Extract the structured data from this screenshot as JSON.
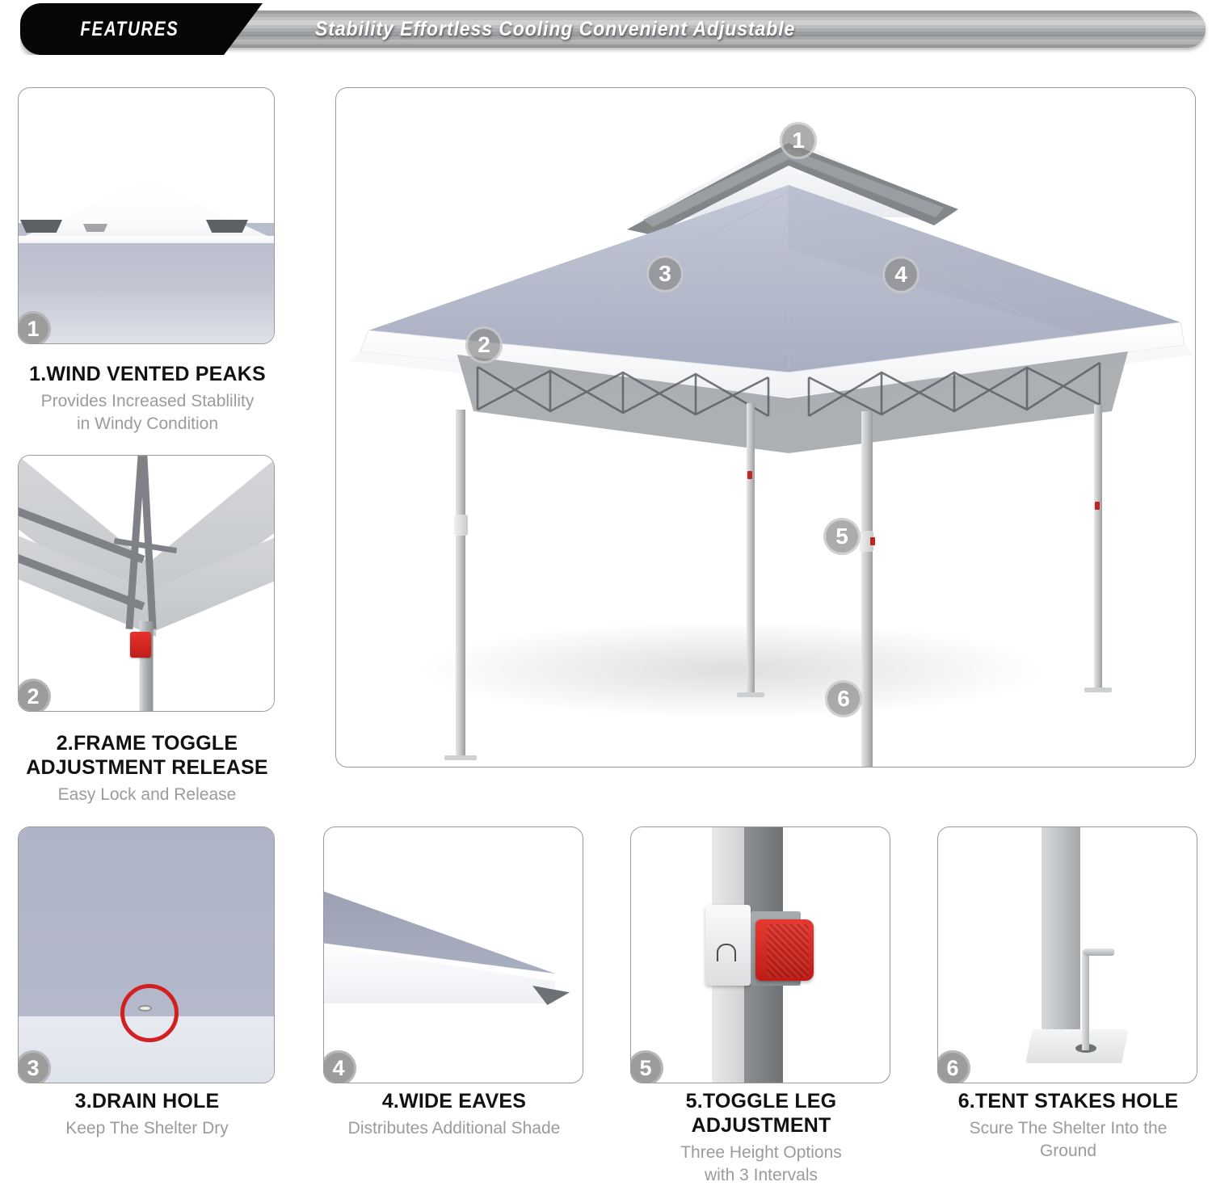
{
  "header": {
    "tab_label": "FEATURES",
    "keywords": "Stability  Effortless  Cooling  Convenient  Adjustable"
  },
  "hero": {
    "alt": "Grey pop-up canopy tent with vented double roof",
    "markers": [
      {
        "number": "1",
        "target": "wind-vented-peak"
      },
      {
        "number": "2",
        "target": "frame-toggle-release"
      },
      {
        "number": "3",
        "target": "drain-hole"
      },
      {
        "number": "4",
        "target": "wide-eaves"
      },
      {
        "number": "5",
        "target": "toggle-leg-adjustment"
      },
      {
        "number": "6",
        "target": "tent-stakes-hole"
      }
    ]
  },
  "features": [
    {
      "badge": "1",
      "title": "1.WIND VENTED PEAKS",
      "subtitle_lines": [
        "Provides Increased Stablility",
        "in Windy Condition"
      ],
      "image_alt": "Close-up of vented canopy peak"
    },
    {
      "badge": "2",
      "title_lines": [
        "2.FRAME TOGGLE",
        "ADJUSTMENT RELEASE"
      ],
      "subtitle_lines": [
        "Easy Lock and Release"
      ],
      "image_alt": "Underside corner with red toggle release"
    },
    {
      "badge": "3",
      "title": "3.DRAIN HOLE",
      "subtitle_lines": [
        "Keep The Shelter Dry"
      ],
      "image_alt": "Canopy fabric with drain hole circled in red"
    },
    {
      "badge": "4",
      "title": "4.WIDE EAVES",
      "subtitle_lines": [
        "Distributes Additional Shade"
      ],
      "image_alt": "Wide eave corner of canopy"
    },
    {
      "badge": "5",
      "title": "5.TOGGLE LEG ADJUSTMENT",
      "subtitle_lines": [
        "Three Height Options",
        "with 3 Intervals"
      ],
      "image_alt": "Leg tube with red toggle button"
    },
    {
      "badge": "6",
      "title": "6.TENT STAKES HOLE",
      "subtitle_lines": [
        "Scure The Shelter Into the",
        "Ground"
      ],
      "image_alt": "Leg foot plate with tent stake"
    }
  ],
  "colors": {
    "banner_tab": "#060606",
    "banner_bar": "#b0b2b4",
    "canopy_fabric": "#b0b6c6",
    "accent_red": "#d21f22",
    "badge_grey": "#9c9c9c",
    "subtitle_grey": "#9b9b9b",
    "card_border": "#9a9a9a"
  }
}
